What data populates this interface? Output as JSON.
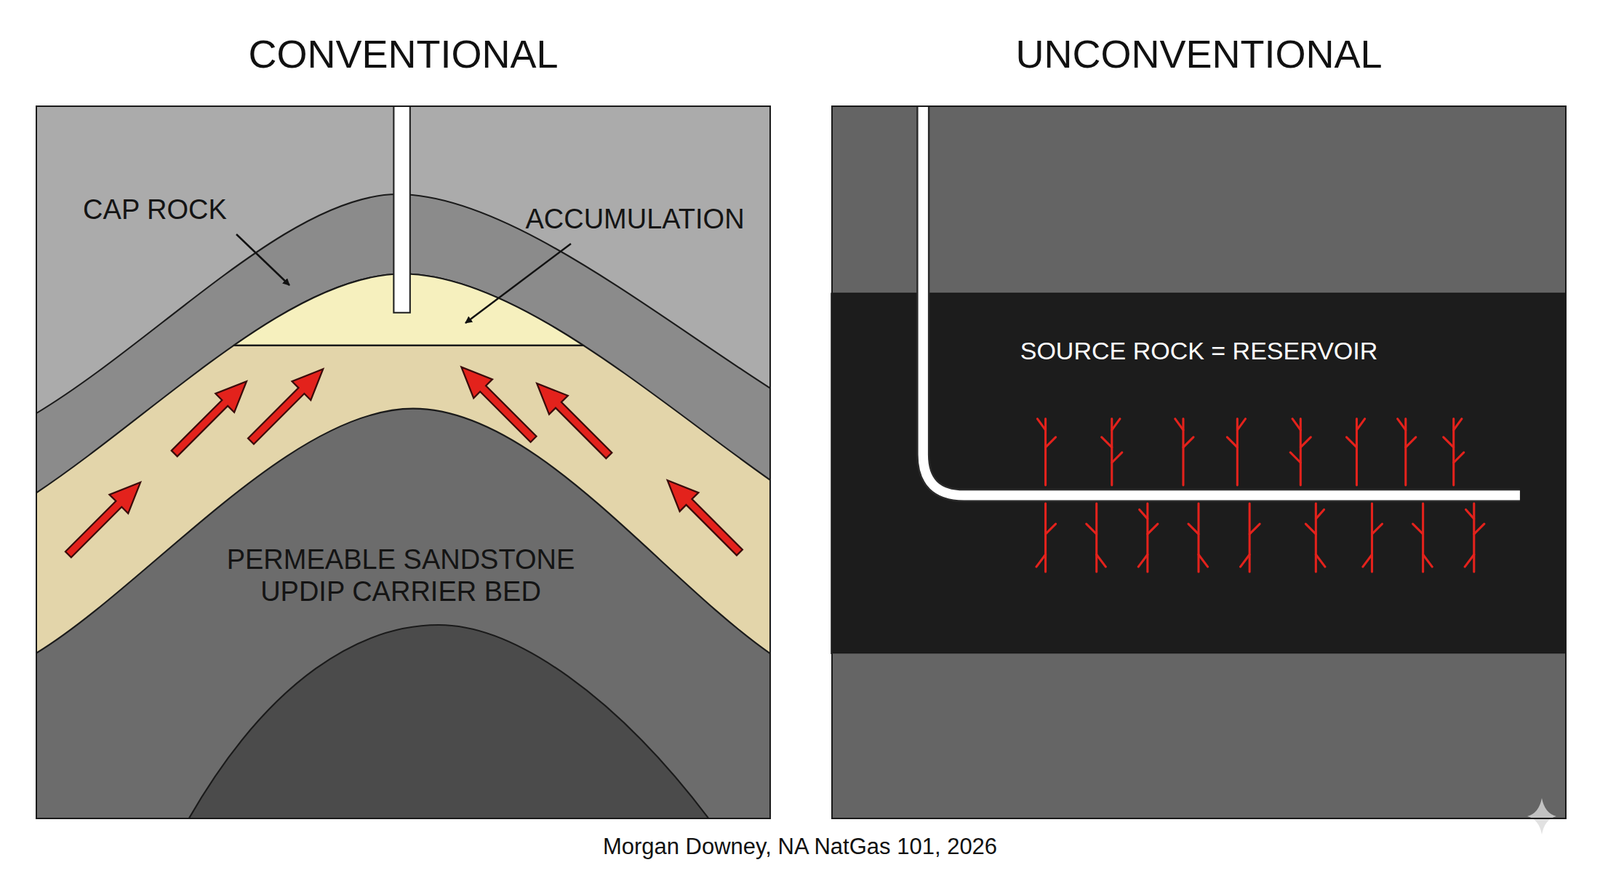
{
  "diagram": {
    "caption": "Morgan Downey, NA NatGas 101, 2026",
    "nodes": [
      {
        "text": [
          "CONVENTIONAL"
        ]
      },
      {
        "text": [
          "UNCONVENTIONAL"
        ]
      },
      {
        "text": [
          "SOURCE ROCK = RESERVOIR"
        ],
        "in": 1
      }
    ],
    "labels": [
      "CAP ROCK",
      "ACCUMULATION",
      "PERMEABLE SANDSTONE UPDIP CARRIER BED"
    ]
  }
}
